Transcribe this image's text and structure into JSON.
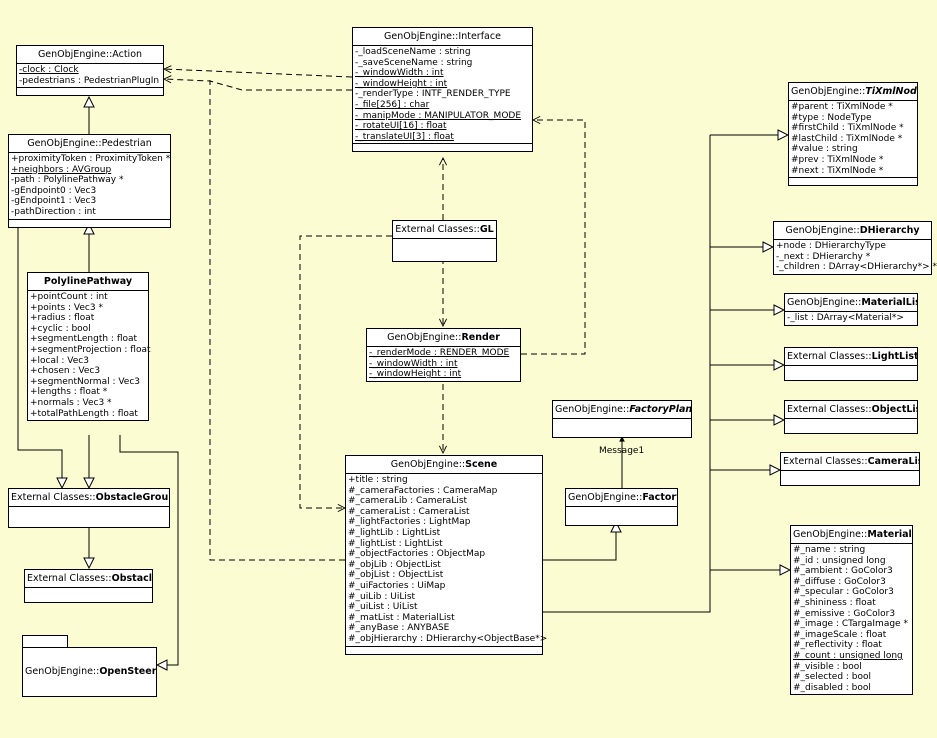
{
  "classes": {
    "action": {
      "prefix": "GenObjEngine::",
      "name": "Action",
      "attrs": [
        "-clock : Clock",
        "-pedestrians : PedestrianPlugIn"
      ]
    },
    "interface": {
      "prefix": "GenObjEngine::",
      "name": "Interface",
      "attrs": [
        "-_loadSceneName : string",
        "-_saveSceneName : string",
        "-_windowWidth : int",
        "-_windowHeight : int",
        "-_renderType : INTF_RENDER_TYPE",
        "-_file[256] : char",
        "-_manipMode : MANIPULATOR_MODE",
        "-_rotateUI[16] : float",
        "-_translateUI[3] : float"
      ]
    },
    "pedestrian": {
      "prefix": "GenObjEngine::",
      "name": "Pedestrian",
      "attrs": [
        "+proximityToken : ProximityToken *",
        "+neighbors : AVGroup",
        "-path : PolylinePathway *",
        "-gEndpoint0 : Vec3",
        "-gEndpoint1 : Vec3",
        "-pathDirection : int"
      ]
    },
    "polyline": {
      "prefix": "",
      "name": "PolylinePathway",
      "attrs": [
        "+pointCount : int",
        "+points : Vec3 *",
        "+radius : float",
        "+cyclic : bool",
        "+segmentLength : float",
        "+segmentProjection : float",
        "+local : Vec3",
        "+chosen : Vec3",
        "+segmentNormal : Vec3",
        "+lengths : float *",
        "+normals : Vec3 *",
        "+totalPathLength : float"
      ]
    },
    "tixml": {
      "prefix": "GenObjEngine::",
      "name": "TiXmlNode",
      "attrs": [
        "#parent : TiXmlNode *",
        "#type : NodeType",
        "#firstChild : TiXmlNode *",
        "#lastChild : TiXmlNode *",
        "#value : string",
        "#prev : TiXmlNode *",
        "#next : TiXmlNode *"
      ]
    },
    "dhier": {
      "prefix": "GenObjEngine::",
      "name": "DHierarchy",
      "attrs": [
        "+node : DHierarchyType",
        "-_next : DHierarchy *",
        "-_children : DArray<DHierarchy*> *"
      ]
    },
    "matlist": {
      "prefix": "GenObjEngine::",
      "name": "MaterialList",
      "attrs": [
        "-_list : DArray<Material*>"
      ]
    },
    "lightlist": {
      "prefix": "External Classes::",
      "name": "LightList",
      "attrs": []
    },
    "objlist": {
      "prefix": "External Classes::",
      "name": "ObjectList",
      "attrs": []
    },
    "camlist": {
      "prefix": "External Classes::",
      "name": "CameraList",
      "attrs": []
    },
    "gl": {
      "prefix": "External Classes::",
      "name": "GL",
      "attrs": []
    },
    "render": {
      "prefix": "GenObjEngine::",
      "name": "Render",
      "attrs": [
        "-_renderMode : RENDER_MODE",
        "-_windowWidth : int",
        "-_windowHeight : int"
      ]
    },
    "factoryplant": {
      "prefix": "GenObjEngine::",
      "name": "FactoryPlant",
      "attrs": []
    },
    "factory": {
      "prefix": "GenObjEngine::",
      "name": "Factory",
      "attrs": []
    },
    "scene": {
      "prefix": "GenObjEngine::",
      "name": "Scene",
      "attrs": [
        "+title : string",
        "#_cameraFactories : CameraMap",
        "#_cameraLib : CameraList",
        "#_cameraList : CameraList",
        "#_lightFactories : LightMap",
        "#_lightLib : LightList",
        "#_lightList : LightList",
        "#_objectFactories : ObjectMap",
        "#_objLib : ObjectList",
        "#_objList : ObjectList",
        "#_uiFactories : UiMap",
        "#_uiLib : UiList",
        "#_uiList : UiList",
        "#_matList : MaterialList",
        "#_anyBase : ANYBASE",
        "#_objHierarchy : DHierarchy<ObjectBase*>"
      ]
    },
    "obsgroup": {
      "prefix": "External Classes::",
      "name": "ObstacleGroup",
      "attrs": []
    },
    "obstacle": {
      "prefix": "External Classes::",
      "name": "Obstacle",
      "attrs": []
    },
    "opensteer": {
      "prefix": "GenObjEngine::",
      "name": "OpenSteer",
      "attrs": []
    },
    "material": {
      "prefix": "GenObjEngine::",
      "name": "Material",
      "attrs": [
        "#_name : string",
        "#_id : unsigned long",
        "#_ambient : GoColor3",
        "#_diffuse : GoColor3",
        "#_specular : GoColor3",
        "#_shininess : float",
        "#_emissive : GoColor3",
        "#_image : CTargaImage *",
        "#_imageScale : float",
        "#_reflectivity : float",
        "#_count : unsigned long",
        "#_visible : bool",
        "#_selected : bool",
        "#_disabled : bool"
      ]
    }
  },
  "message_label": "Message1",
  "colors": {
    "background": "#fcfcd2",
    "box": "#ffffff",
    "line": "#000000"
  }
}
